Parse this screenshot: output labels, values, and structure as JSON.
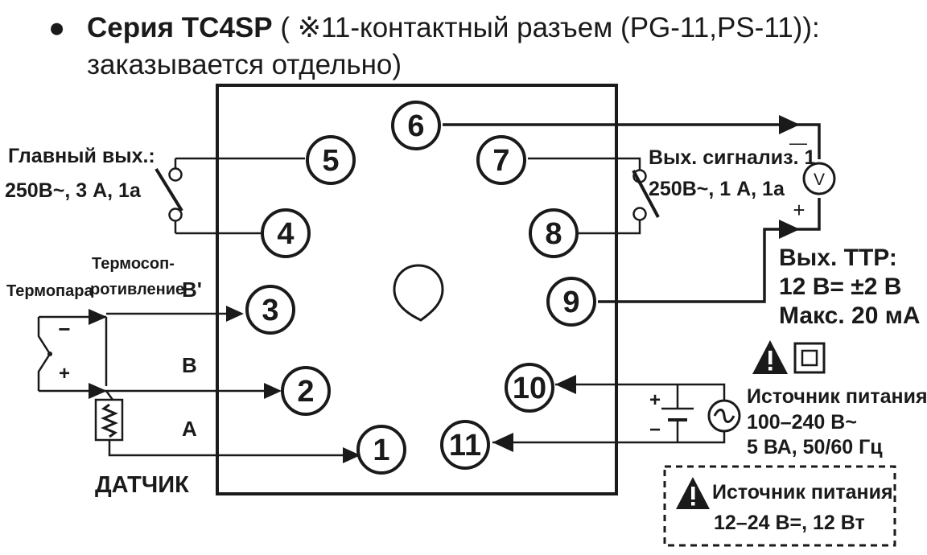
{
  "title": {
    "bullet": "●",
    "series_name": "Серия TC4SP",
    "line1_rest": " ( ※11-контактный разъем (PG-11,PS-11)):",
    "line2": "заказывается отдельно)"
  },
  "pins": [
    "1",
    "2",
    "3",
    "4",
    "5",
    "6",
    "7",
    "8",
    "9",
    "10",
    "11"
  ],
  "main_output": {
    "line1": "Главный вых.:",
    "line2": "250В~, 3 А, 1а"
  },
  "alarm_output": {
    "line1": "Вых. сигнализ. 1",
    "line2": "250В~, 1 А, 1а"
  },
  "voltmeter": {
    "symbol": "V",
    "minus": "—",
    "plus": "+"
  },
  "ssr_output": {
    "line1": "Вых. ТТР:",
    "line2": "12 В= ±2 В",
    "line3": "Макс. 20 мА"
  },
  "sensor": {
    "thermocouple": "Термопара",
    "rtd_line1": "Термосоп-",
    "rtd_line2": "ротивление",
    "b_prime": "B'",
    "b": "B",
    "a": "A",
    "tc_minus": "−",
    "tc_plus": "+",
    "caption": "ДАТЧИК"
  },
  "power_ac": {
    "line1": "Источник питания",
    "line2": "100–240 В~",
    "line3": "5 ВА, 50/60 Гц"
  },
  "power_dc": {
    "line1": "Источник питания",
    "line2": "12–24 В=, 12 Вт"
  },
  "battery": {
    "plus": "+",
    "minus": "−"
  },
  "colors": {
    "ink": "#1a1a1a",
    "background": "#ffffff"
  }
}
